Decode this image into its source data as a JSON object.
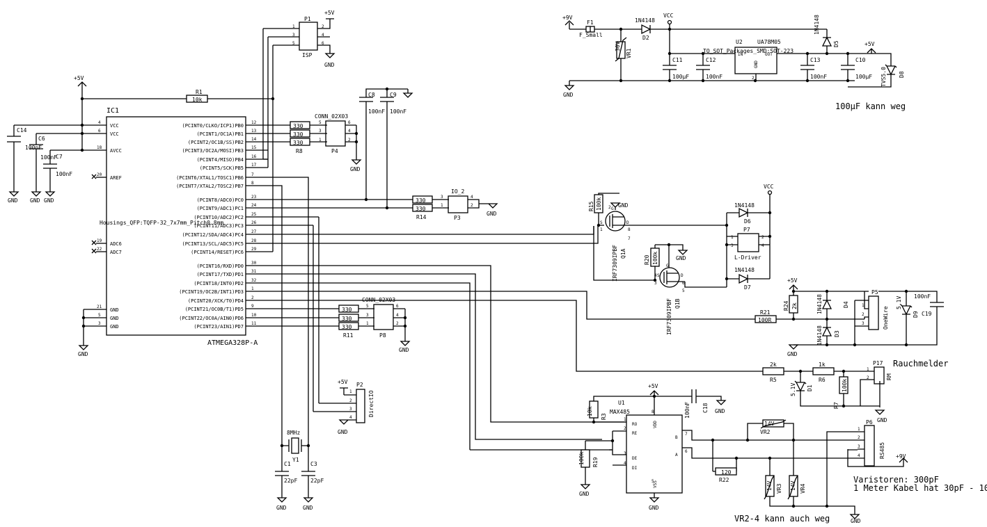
{
  "ic1": {
    "ref": "IC1",
    "value": "ATMEGA328P-A",
    "footprint": "Housings_QFP:TQFP-32_7x7mm_Pitch0.8mm",
    "left_pins": [
      {
        "num": "4",
        "name": "VCC"
      },
      {
        "num": "6",
        "name": "VCC"
      },
      {
        "num": "18",
        "name": "AVCC"
      },
      {
        "num": "20",
        "name": "AREF"
      },
      {
        "num": "19",
        "name": "ADC6"
      },
      {
        "num": "22",
        "name": "ADC7"
      },
      {
        "num": "21",
        "name": "GND"
      },
      {
        "num": "5",
        "name": "GND"
      },
      {
        "num": "3",
        "name": "GND"
      }
    ],
    "right_pins": [
      {
        "num": "12",
        "name": "(PCINT0/CLKO/ICP1)PB0"
      },
      {
        "num": "13",
        "name": "(PCINT1/OC1A)PB1"
      },
      {
        "num": "14",
        "name": "(PCINT2/OC1B/SS)PB2"
      },
      {
        "num": "15",
        "name": "(PCINT3/OC2A/MOSI)PB3"
      },
      {
        "num": "16",
        "name": "(PCINT4/MISO)PB4"
      },
      {
        "num": "17",
        "name": "(PCINT5/SCK)PB5"
      },
      {
        "num": "7",
        "name": "(PCINT6/XTAL1/TOSC1)PB6"
      },
      {
        "num": "8",
        "name": "(PCINT7/XTAL2/TOSC2)PB7"
      },
      {
        "num": "23",
        "name": "(PCINT8/ADC0)PC0"
      },
      {
        "num": "24",
        "name": "(PCINT9/ADC1)PC1"
      },
      {
        "num": "25",
        "name": "(PCINT10/ADC2)PC2"
      },
      {
        "num": "26",
        "name": "(PCINT11/ADC3)PC3"
      },
      {
        "num": "27",
        "name": "(PCINT12/SDA/ADC4)PC4"
      },
      {
        "num": "28",
        "name": "(PCINT13/SCL/ADC5)PC5"
      },
      {
        "num": "29",
        "name": "(PCINT14/RESET)PC6"
      },
      {
        "num": "30",
        "name": "(PCINT16/RXD)PD0"
      },
      {
        "num": "31",
        "name": "(PCINT17/TXD)PD1"
      },
      {
        "num": "32",
        "name": "(PCINT18/INT0)PD2"
      },
      {
        "num": "1",
        "name": "(PCINT19/OC2B/INT1)PD3"
      },
      {
        "num": "2",
        "name": "(PCINT20/XCK/T0)PD4"
      },
      {
        "num": "9",
        "name": "(PCINT21/OC0B/T1)PD5"
      },
      {
        "num": "10",
        "name": "(PCINT22/OC0A/AIN0)PD6"
      },
      {
        "num": "11",
        "name": "(PCINT23/AIN1)PD7"
      }
    ]
  },
  "power": {
    "plus5v": "+5V",
    "plus9v": "+9V",
    "vcc": "VCC",
    "gnd": "GND"
  },
  "parts": {
    "R1": {
      "ref": "R1",
      "val": "10k"
    },
    "C14": {
      "ref": "C14",
      "val": "100nF"
    },
    "C6": {
      "ref": "C6",
      "val": "100nF"
    },
    "C7": {
      "ref": "C7",
      "val": "100nF"
    },
    "C8": {
      "ref": "C8",
      "val": "100nF"
    },
    "C9": {
      "ref": "C9",
      "val": "100nF"
    },
    "P1": {
      "ref": "P1",
      "val": "ISP",
      "pins": [
        "1",
        "2",
        "3",
        "4",
        "5",
        "6"
      ]
    },
    "R8": {
      "ref": "R8",
      "vals": [
        "330",
        "330",
        "330"
      ]
    },
    "P4": {
      "ref": "P4",
      "val": "CONN_02X03",
      "pins": [
        "5",
        "6",
        "3",
        "4",
        "1",
        "2"
      ]
    },
    "R14": {
      "ref": "R14",
      "vals": [
        "330",
        "330"
      ]
    },
    "P3": {
      "ref": "P3",
      "val": "IO_2",
      "pins": [
        "3",
        "4",
        "1",
        "2"
      ]
    },
    "R11": {
      "ref": "R11",
      "vals": [
        "330",
        "330",
        "330"
      ]
    },
    "P8": {
      "ref": "P8",
      "val": "CONN_02X03",
      "pins": [
        "5",
        "6",
        "3",
        "4",
        "1",
        "2"
      ]
    },
    "P2": {
      "ref": "P2",
      "val": "DirectIO",
      "pins": [
        "1",
        "2",
        "3",
        "4"
      ]
    },
    "Y1": {
      "ref": "Y1",
      "val": "8MHz"
    },
    "C1": {
      "ref": "C1",
      "val": "22pF"
    },
    "C3": {
      "ref": "C3",
      "val": "22pF"
    },
    "F1": {
      "ref": "F1",
      "val": "F_Small"
    },
    "D2": {
      "ref": "D2",
      "val": "1N4148"
    },
    "VR1": {
      "ref": "VR1",
      "val": "30V"
    },
    "C11": {
      "ref": "C11",
      "val": "100µF"
    },
    "C12": {
      "ref": "C12",
      "val": "100nF"
    },
    "U2": {
      "ref": "U2",
      "val": "UA78M05",
      "footprint": "TO_SOT_Packages_SMD:SOT-223",
      "pin_in": "IN",
      "pin_out": "OUT",
      "pin_gnd": "GND",
      "pin_num": "2"
    },
    "C13": {
      "ref": "C13",
      "val": "100nF"
    },
    "D5": {
      "ref": "D5",
      "val": "1N4148"
    },
    "C10": {
      "ref": "C10",
      "val": "100µF"
    },
    "D8": {
      "ref": "D8",
      "val": "TVS5.0"
    },
    "R15": {
      "ref": "R15",
      "val": "100k"
    },
    "Q1A": {
      "ref": "Q1A",
      "val": "IRF7309IPBF",
      "pins": [
        "2",
        "1",
        "8",
        "7"
      ],
      "pin_labels": [
        "S",
        "G",
        "D"
      ]
    },
    "R20": {
      "ref": "R20",
      "val": "100k"
    },
    "Q1B": {
      "ref": "Q1B",
      "val": "IRF7309IPBF",
      "pins": [
        "4",
        "3",
        "6",
        "5"
      ],
      "pin_labels": [
        "S",
        "G",
        "D"
      ]
    },
    "D6": {
      "ref": "D6",
      "val": "1N4148"
    },
    "D7": {
      "ref": "D7",
      "val": "1N4148"
    },
    "P7": {
      "ref": "P7",
      "val": "L-Driver",
      "pins": [
        "1",
        "2",
        "3",
        "4"
      ]
    },
    "R24": {
      "ref": "R24",
      "val": "2k"
    },
    "D4": {
      "ref": "D4",
      "val": "1N4148"
    },
    "D3": {
      "ref": "D3",
      "val": "1N4148"
    },
    "P5": {
      "ref": "P5",
      "val": "OneWire",
      "pins": [
        "1",
        "2",
        "3"
      ]
    },
    "D9": {
      "ref": "D9",
      "val": "5.1V"
    },
    "C19": {
      "ref": "C19",
      "val": "100nF"
    },
    "R21": {
      "ref": "R21",
      "val": "100R"
    },
    "R5": {
      "ref": "R5",
      "val": "2k"
    },
    "R6": {
      "ref": "R6",
      "val": "1k"
    },
    "D1": {
      "ref": "D1",
      "val": "5.1V"
    },
    "R7": {
      "ref": "R7",
      "val": "100k"
    },
    "P17": {
      "ref": "P17",
      "val": "RM",
      "pins": [
        "1",
        "2"
      ]
    },
    "U1": {
      "ref": "U1",
      "val": "MAX485",
      "pins": {
        "RO": "1",
        "RE": "2",
        "DE": "3",
        "DI": "4",
        "VDD": "8",
        "VSS": "5",
        "B": "7",
        "A": "6"
      }
    },
    "R3": {
      "ref": "R3",
      "val": "10k"
    },
    "R19": {
      "ref": "R19",
      "val": "100k"
    },
    "C18": {
      "ref": "C18",
      "val": "100nF"
    },
    "VR2": {
      "ref": "VR2",
      "val": "14V"
    },
    "VR3": {
      "ref": "VR3",
      "val": "14V"
    },
    "VR4": {
      "ref": "VR4",
      "val": "14V"
    },
    "R22": {
      "ref": "R22",
      "val": "120"
    },
    "P6": {
      "ref": "P6",
      "val": "RS485",
      "pins": [
        "1",
        "2",
        "3",
        "4"
      ]
    }
  },
  "notes": {
    "cap_note": "100µF kann weg",
    "smoke": "Rauchmelder",
    "varistor_1": "Varistoren: 300pF",
    "varistor_2": "1 Meter Kabel hat 30pF - 100pF",
    "vr_note": "VR2-4 kann auch weg"
  }
}
